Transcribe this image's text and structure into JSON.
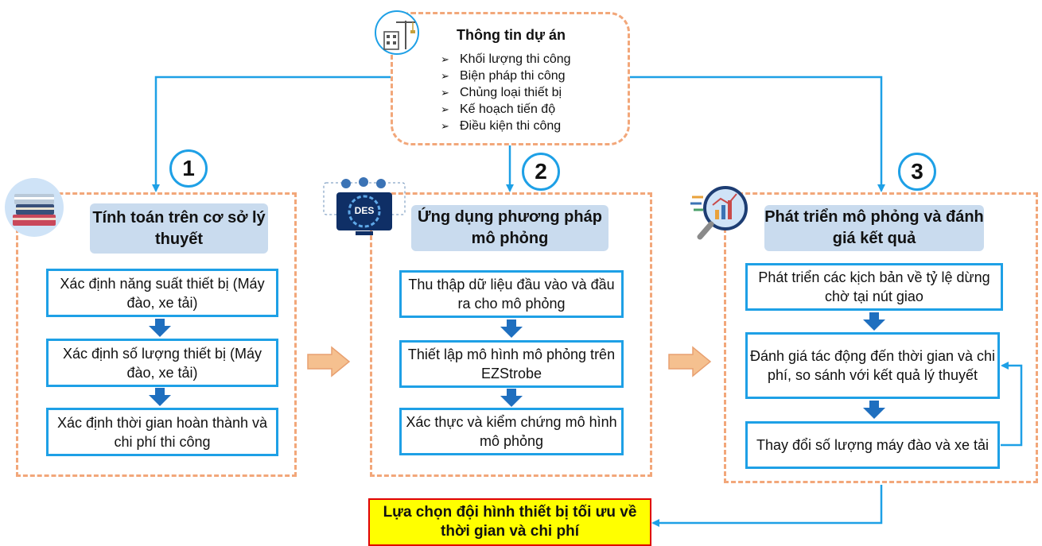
{
  "project_info": {
    "title": "Thông tin dự án",
    "items": [
      "Khối lượng thi công",
      "Biện pháp thi công",
      "Chủng loại thiết bị",
      "Kế hoạch tiến độ",
      "Điều kiện thi công"
    ]
  },
  "columns": [
    {
      "number": "1",
      "header": "Tính toán trên cơ sở lý thuyết",
      "steps": [
        "Xác định năng suất thiết bị (Máy đào, xe tải)",
        "Xác định số lượng thiết bị (Máy đào, xe tải)",
        "Xác định thời gian hoàn thành và chi phí thi công"
      ]
    },
    {
      "number": "2",
      "header": "Ứng dụng phương pháp mô phỏng",
      "icon_label": "DES",
      "steps": [
        "Thu thập dữ liệu đầu vào và đầu ra cho mô phỏng",
        "Thiết lập mô hình mô phỏng trên EZStrobe",
        "Xác thực và kiểm chứng mô hình mô phỏng"
      ]
    },
    {
      "number": "3",
      "header": "Phát triển mô phỏng và đánh giá kết quả",
      "steps": [
        "Phát triển các kịch bản về tỷ lệ dừng chờ tại nút giao",
        "Đánh giá tác động đến thời gian và chi phí, so sánh với kết quả lý thuyết",
        "Thay đổi số lượng máy đào và xe tải"
      ]
    }
  ],
  "result": "Lựa chọn đội hình thiết bị tối ưu về thời gian và chi phí",
  "colors": {
    "dashed_border": "#f2a77a",
    "connector": "#1ea0e6",
    "header_fill": "#c9dbee",
    "down_arrow": "#1f6fbf",
    "result_fill": "#ffff00",
    "result_border": "#e00000"
  }
}
